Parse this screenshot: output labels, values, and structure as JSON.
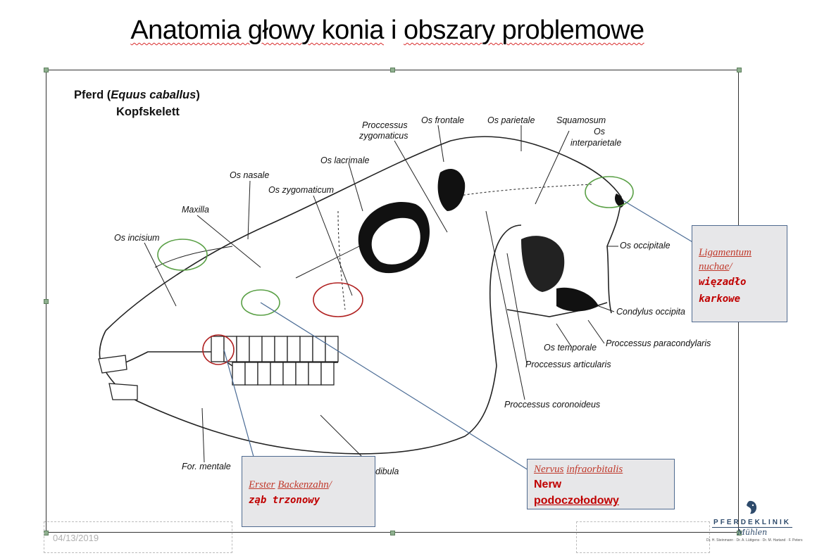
{
  "slide": {
    "title_part1": "Anatomia głowy konia",
    "title_part2": " i ",
    "title_part3": "obszary problemowe"
  },
  "figure": {
    "header_line1_pre": "Pferd (",
    "header_line1_italic": "Equus caballus",
    "header_line1_post": ")",
    "header_line2": "Kopfskelett",
    "labels": {
      "proccessus_zygomaticus_1": "Proccessus",
      "proccessus_zygomaticus_2": "zygomaticus",
      "os_frontale": "Os frontale",
      "os_parietale": "Os parietale",
      "squamosum": "Squamosum",
      "os_interparietale_1": "Os",
      "os_interparietale_2": "interparietale",
      "os_lacrimale": "Os lacrimale",
      "os_nasale": "Os nasale",
      "os_zygomaticum": "Os zygomaticum",
      "maxilla": "Maxilla",
      "os_incisium": "Os incisium",
      "os_occipitale": "Os occipitale",
      "condylus_occipitalis": "Condylus occipita",
      "proccessus_paracondylaris": "Proccessus paracondylaris",
      "os_temporale": "Os temporale",
      "proccessus_articularis": "Proccessus articularis",
      "proccessus_coronoideus": "Proccessus coronoideus",
      "for_mentale": "For. mentale",
      "mandibula": "dibula"
    }
  },
  "callouts": {
    "ligamentum": {
      "latin_1": "Ligamentum",
      "latin_2": "nuchae",
      "slash": "/",
      "polish_1": "więzadło",
      "polish_2": "karkowe"
    },
    "backenzahn": {
      "latin_1": "Erster",
      "latin_2": "Backenzahn",
      "slash": "/",
      "polish": "ząb trzonowy"
    },
    "nervus": {
      "latin_1": "Nervus",
      "latin_2": "infraorbitalis",
      "polish_1": "Nerw",
      "polish_2": "podoczołodowy"
    }
  },
  "footer": {
    "date": "04/13/2019",
    "logo_name": "PFERDEKLINIK",
    "logo_script": "Mühlen",
    "logo_doctors": "Dr. H. Steinmann · Dr. A. Lüttgens · Dr. M. Hartand · F. Peters"
  },
  "colors": {
    "green_circle": "#5aa046",
    "red_circle": "#b02020",
    "leader_line": "#4a6b95",
    "callout_fill": "#e7e7e9",
    "callout_text": "#c00000"
  }
}
